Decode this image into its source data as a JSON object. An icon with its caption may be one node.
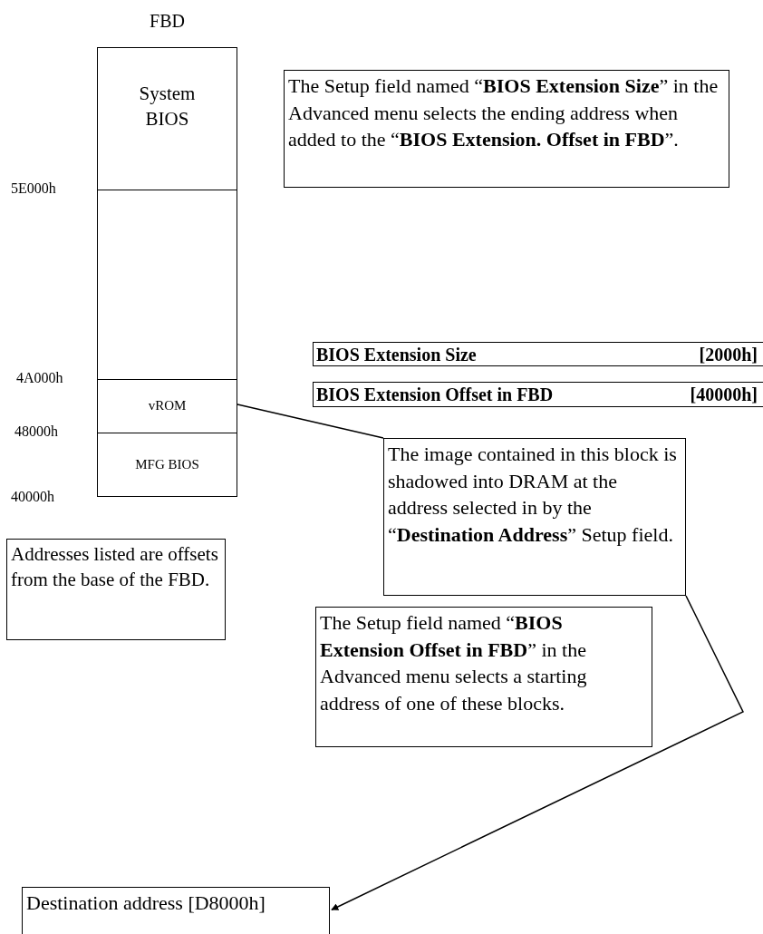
{
  "diagram": {
    "nodes": [
      {
        "text": [
          "FBD"
        ]
      },
      {
        "text": [
          "System BIOS"
        ],
        "in": 0
      },
      {
        "text": [],
        "shape": "box",
        "in": 0
      },
      {
        "text": [
          "vROM"
        ],
        "in": 0
      },
      {
        "text": [
          "MFG BIOS"
        ],
        "in": 0
      },
      {
        "text": [
          "The Setup field named “**BIOS Extension Size**” in the Advanced menu selects the ending address when added to the “**BIOS Extension. Offset in FBD**”."
        ]
      },
      {
        "text": [
          "BIOS Extension Size",
          "[2000h]"
        ]
      },
      {
        "text": [
          "BIOS Extension Offset in FBD",
          "[40000h]"
        ]
      },
      {
        "text": [
          "The image contained in this block is shadowed into DRAM at the address selected in by the “**Destination Address**” Setup field."
        ]
      },
      {
        "text": [
          "Addresses listed are offsets from the base of the FBD."
        ]
      },
      {
        "text": [
          "The Setup field named “**BIOS Extension Offset in FBD**” in the Advanced menu selects a starting address of one of these blocks."
        ]
      },
      {
        "text": [
          "Destination address [D8000h]"
        ]
      }
    ],
    "edges": [
      {
        "from": 3,
        "to": 8,
        "arrow": "none"
      },
      {
        "from": 8,
        "to": 11,
        "arrow": "to"
      }
    ],
    "labels": [
      "5E000h",
      "4A000h",
      "48000h",
      "40000h"
    ]
  }
}
